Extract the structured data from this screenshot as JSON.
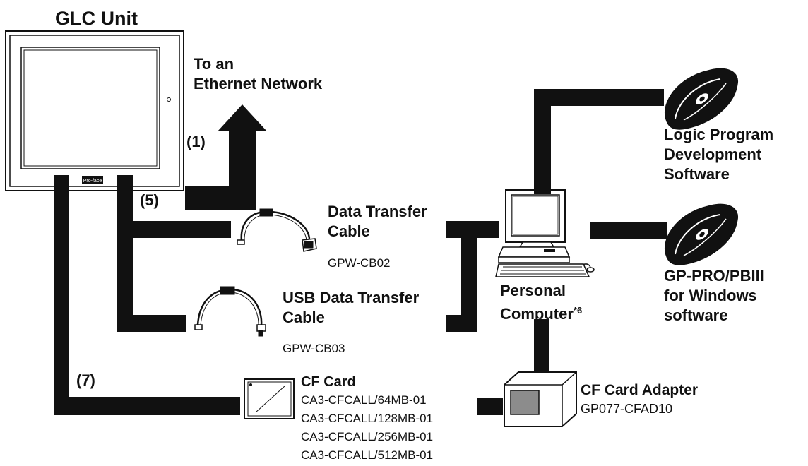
{
  "glc": {
    "title": "GLC Unit",
    "brand": "Pro-face"
  },
  "ethernet": {
    "label": "To an\nEthernet Network",
    "port": "(1)"
  },
  "ports": {
    "p5": "(5)",
    "p7": "(7)"
  },
  "data_cable": {
    "name": "Data Transfer\nCable",
    "model": "GPW-CB02"
  },
  "usb_cable": {
    "name": "USB Data Transfer\nCable",
    "model": "GPW-CB03"
  },
  "cf_card": {
    "name": "CF Card",
    "models": [
      "CA3-CFCALL/64MB-01",
      "CA3-CFCALL/128MB-01",
      "CA3-CFCALL/256MB-01",
      "CA3-CFCALL/512MB-01"
    ]
  },
  "cf_adapter": {
    "name": "CF Card Adapter",
    "model": "GP077-CFAD10"
  },
  "pc": {
    "label": "Personal\nComputer",
    "footnote": "*6"
  },
  "logic_sw": {
    "label": "Logic Program\nDevelopment\nSoftware"
  },
  "gppro_sw": {
    "label": "GP-PRO/PBIII\nfor Windows\nsoftware"
  },
  "colors": {
    "line": "#111111",
    "panel": "#ffffff",
    "adapter_window": "#8c8c8c"
  }
}
